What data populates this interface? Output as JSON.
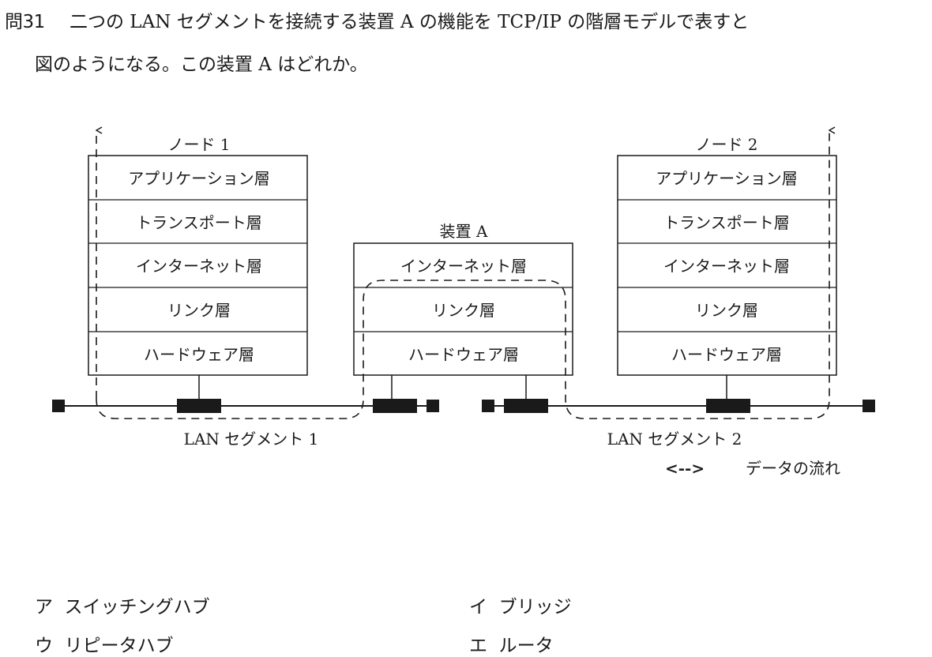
{
  "question": {
    "number": "問31",
    "line1": "二つの LAN セグメントを接続する装置 A の機能を TCP/IP の階層モデルで表すと",
    "line2": "図のようになる。この装置 A はどれか。"
  },
  "diagram": {
    "node1_title": "ノード 1",
    "node2_title": "ノード 2",
    "deviceA_title": "装置 A",
    "node_layers": [
      "アプリケーション層",
      "トランスポート層",
      "インターネット層",
      "リンク層",
      "ハードウェア層"
    ],
    "device_layers": [
      "インターネット層",
      "リンク層",
      "ハードウェア層"
    ],
    "segment1_label": "LAN セグメント 1",
    "segment2_label": "LAN セグメント 2",
    "legend_arrow": "<-->",
    "legend_label": "データの流れ"
  },
  "options": [
    {
      "mark": "ア",
      "text": "スイッチングハブ"
    },
    {
      "mark": "イ",
      "text": "ブリッジ"
    },
    {
      "mark": "ウ",
      "text": "リピータハブ"
    },
    {
      "mark": "エ",
      "text": "ルータ"
    }
  ]
}
